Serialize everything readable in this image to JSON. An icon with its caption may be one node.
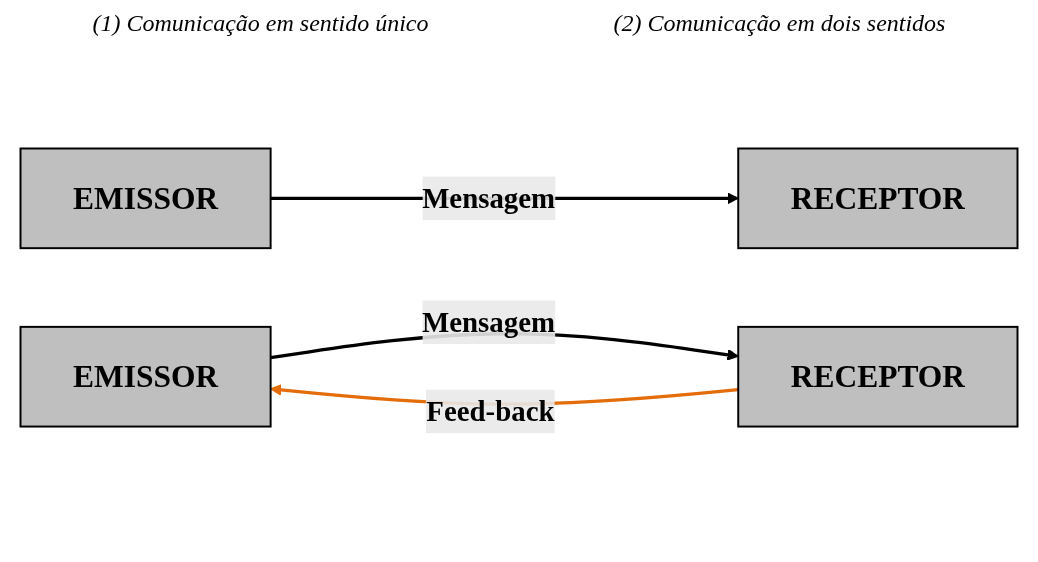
{
  "diagram": {
    "nodes": [
      {
        "text": [
          "EMISSOR"
        ]
      },
      {
        "text": [
          "RECEPTOR"
        ]
      },
      {
        "text": [
          "EMISSOR"
        ]
      },
      {
        "text": [
          "RECEPTOR"
        ]
      }
    ],
    "edges": [
      {
        "from": 0,
        "to": 1,
        "arrow": "to",
        "label": "Mensagem"
      },
      {
        "from": 2,
        "to": 3,
        "arrow": "to",
        "label": "Mensagem"
      },
      {
        "from": 3,
        "to": 2,
        "arrow": "to",
        "label": "Feed-back",
        "color": "#e46c0a"
      }
    ],
    "labels": [
      "(1) Comunicação em sentido único",
      "(2) Comunicação em dois sentidos"
    ]
  }
}
